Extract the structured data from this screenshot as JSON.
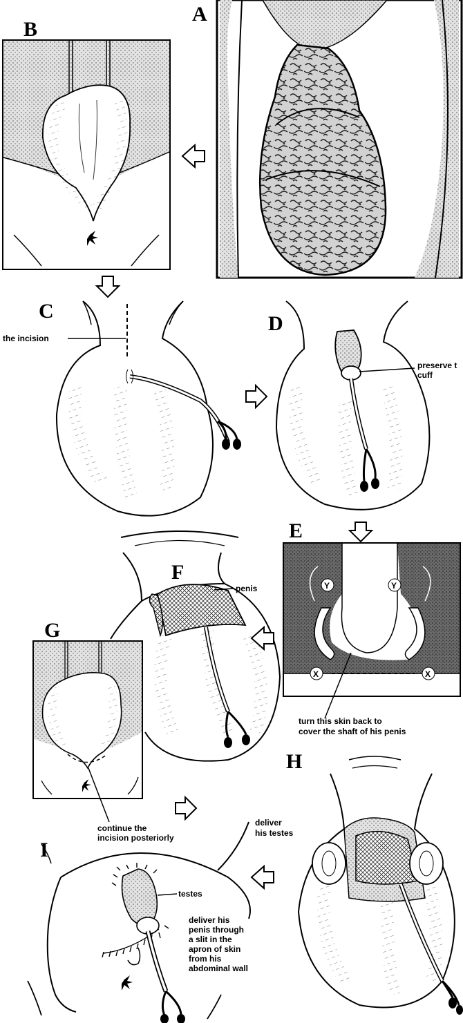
{
  "panels": {
    "A": {
      "letter": "A"
    },
    "B": {
      "letter": "B"
    },
    "C": {
      "letter": "C"
    },
    "D": {
      "letter": "D"
    },
    "E": {
      "letter": "E"
    },
    "F": {
      "letter": "F"
    },
    "G": {
      "letter": "G"
    },
    "H": {
      "letter": "H"
    },
    "I": {
      "letter": "I"
    }
  },
  "labels": {
    "incision": "the incision",
    "preserve_cuff_line1": "preserve t",
    "preserve_cuff_line2": "cuff",
    "penis": "penis",
    "turn_skin_line1": "turn this skin back to",
    "turn_skin_line2": "cover the shaft of his penis",
    "continue_line1": "continue the",
    "continue_line2": "incision posteriorly",
    "deliver_testes_line1": "deliver",
    "deliver_testes_line2": "his testes",
    "testes": "testes",
    "deliver_penis_line1": "deliver his",
    "deliver_penis_line2": "penis through",
    "deliver_penis_line3": "a slit in the",
    "deliver_penis_line4": "apron of skin",
    "deliver_penis_line5": "from his",
    "deliver_penis_line6": "abdominal wall",
    "flap_y_left": "Y",
    "flap_y_right": "Y",
    "flap_x_left": "X",
    "flap_x_right": "X"
  },
  "icons": [
    "arrow-left-icon",
    "arrow-down-icon",
    "arrow-right-icon"
  ]
}
